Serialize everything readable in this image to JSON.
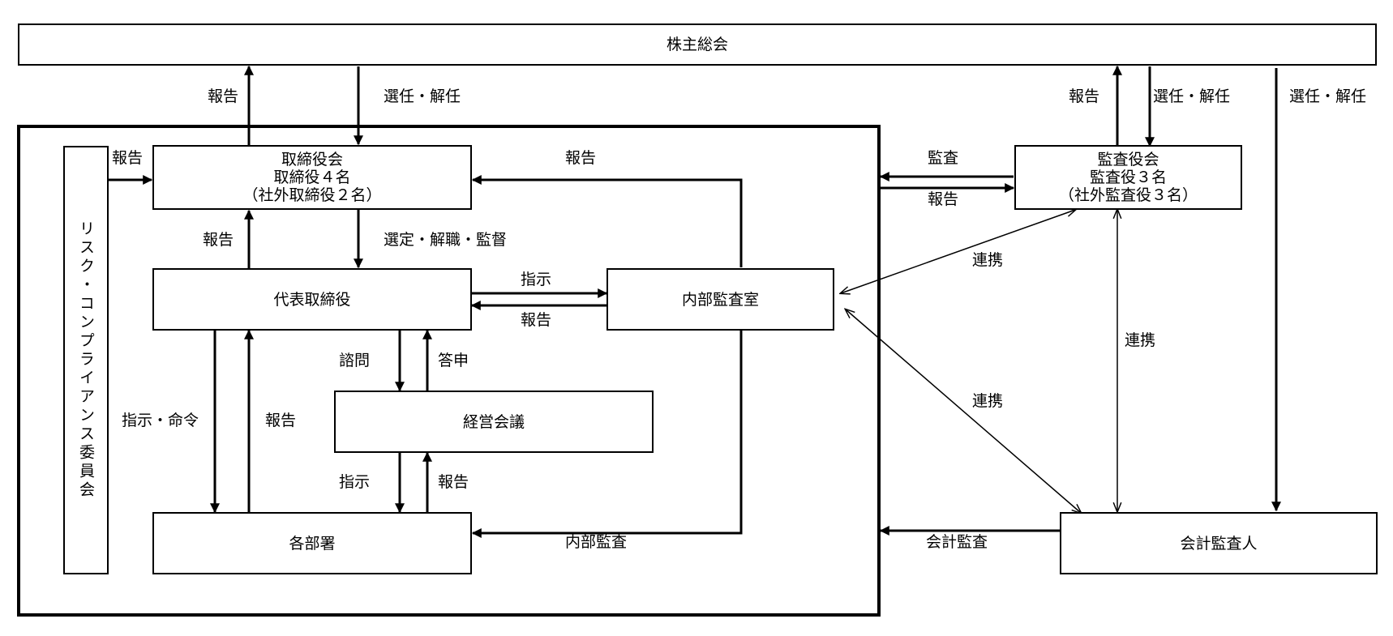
{
  "nodes": {
    "shareholders": "株主総会",
    "board": [
      "取締役会",
      "取締役４名",
      "（社外取締役２名）"
    ],
    "auditors": [
      "監査役会",
      "監査役３名",
      "（社外監査役３名）"
    ],
    "committee": "リスク・コンプライアンス委員会",
    "ceo": "代表取締役",
    "internal_audit": "内部監査室",
    "management_meeting": "経営会議",
    "departments": "各部署",
    "accounting_auditor": "会計監査人"
  },
  "edges": {
    "report_board_to_shareholders": "報告",
    "elect_shareholders_to_board": "選任・解任",
    "report_auditors_to_shareholders": "報告",
    "elect_shareholders_to_auditors": "選任・解任",
    "elect_shareholders_to_accounting": "選任・解任",
    "report_committee_to_board": "報告",
    "report_internal_to_board": "報告",
    "audit_auditors_to_company": "監査",
    "report_company_to_auditors": "報告",
    "report_ceo_to_board": "報告",
    "select_board_to_ceo": "選定・解職・監督",
    "coop_auditors_internal": "連携",
    "instruct_ceo_to_internal": "指示",
    "report_internal_to_ceo": "報告",
    "coop_auditors_accounting": "連携",
    "consult_ceo_to_meeting": "諮問",
    "answer_meeting_to_ceo": "答申",
    "instruct_ceo_to_depts": "指示・命令",
    "report_depts_to_ceo": "報告",
    "coop_internal_accounting": "連携",
    "instruct_meeting_to_depts": "指示",
    "report_depts_to_meeting": "報告",
    "internal_audit_to_depts": "内部監査",
    "accounting_audit_to_company": "会計監査"
  }
}
